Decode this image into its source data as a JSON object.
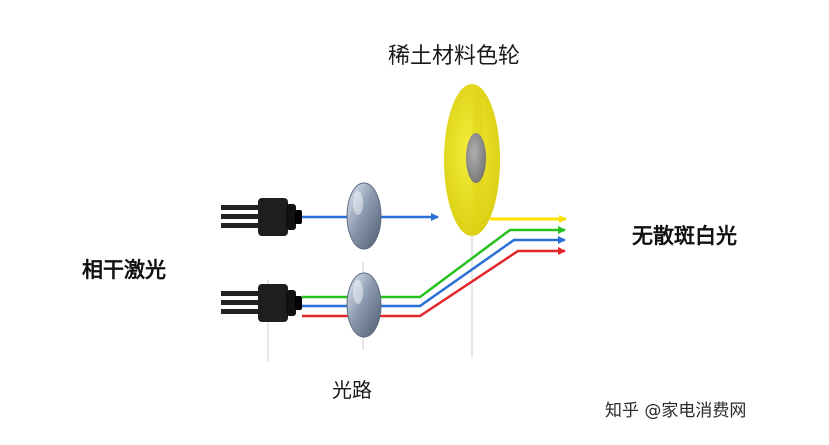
{
  "labels": {
    "color_wheel": "稀土材料色轮",
    "white_light": "无散斑白光",
    "laser": "相干激光",
    "optical_path": "光路",
    "credit": "知乎 @家电消费网"
  },
  "colors": {
    "blue_beam": "#2a6fd6",
    "green_beam": "#27c01f",
    "red_beam": "#e2262a",
    "yellow_beam": "#ffe100",
    "wheel_yellow": "#ece226",
    "wheel_hub": "#8f8f8f"
  },
  "icons": [
    "laser-emitter-icon",
    "lens-icon",
    "color-wheel-icon",
    "arrow-icon"
  ]
}
